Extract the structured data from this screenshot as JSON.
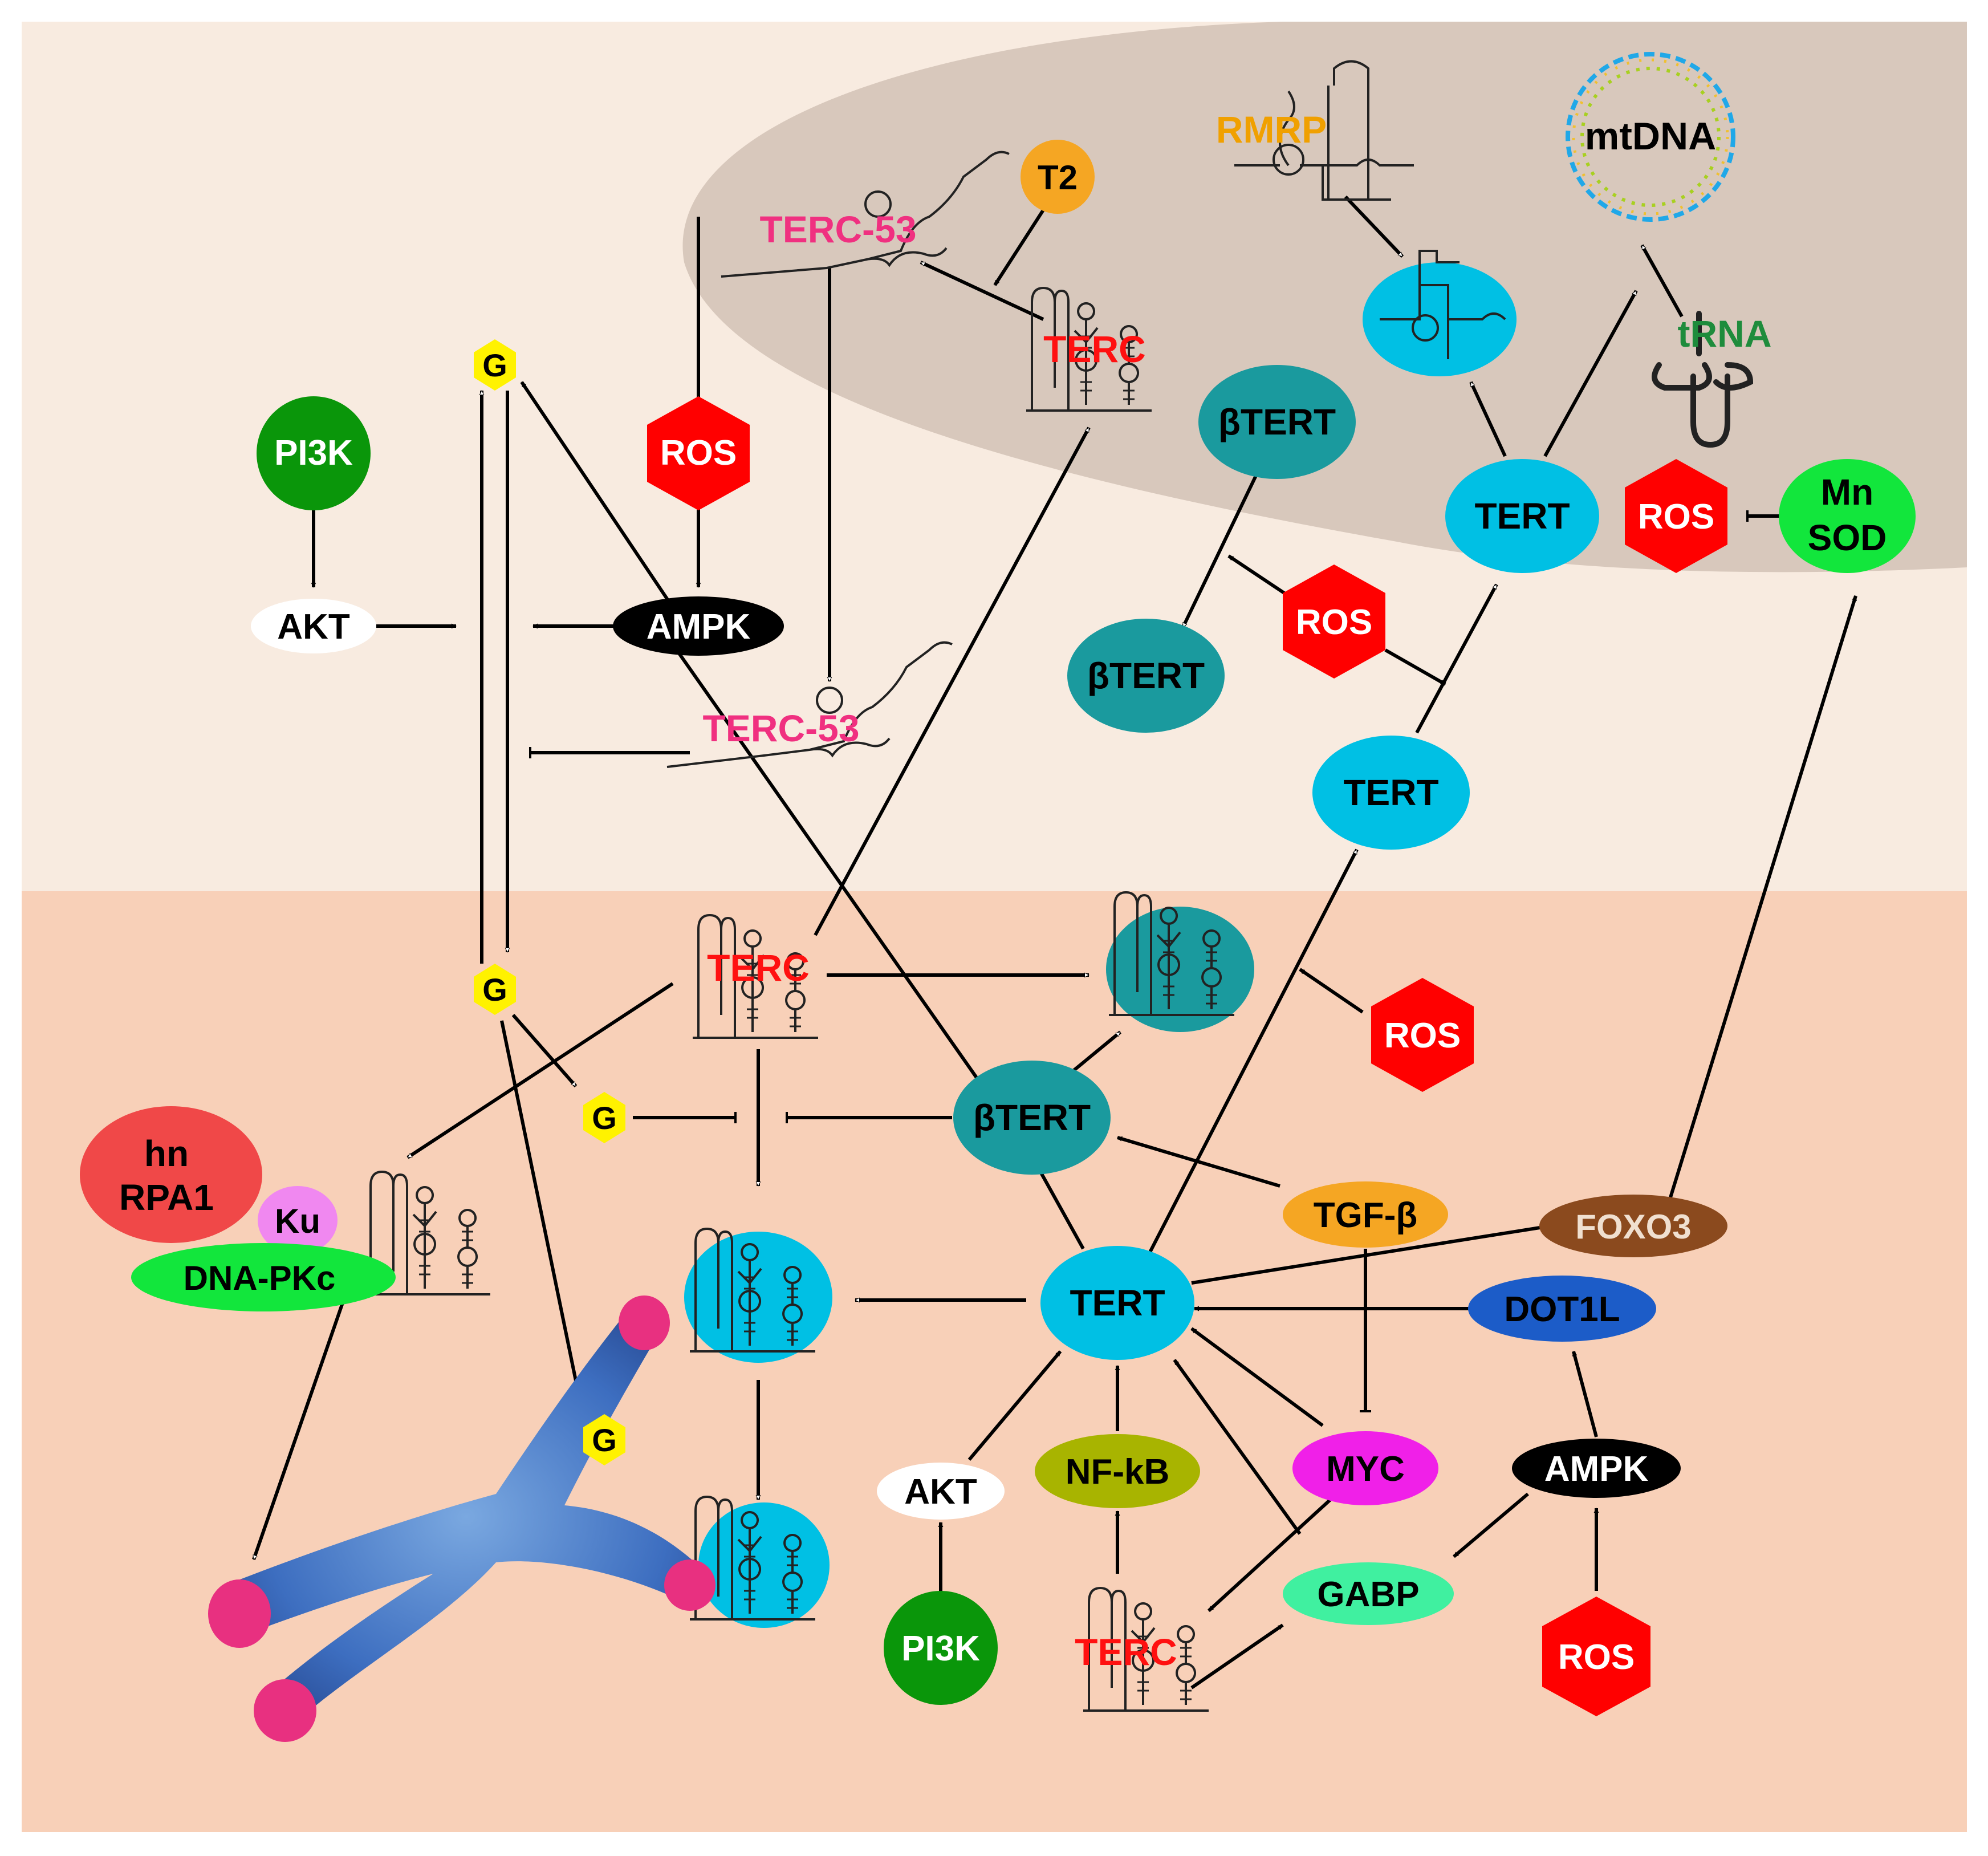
{
  "colors": {
    "cytoplasm_bg": "#F8EBE0",
    "nucleus_bg": "#F8D0B8",
    "mitochondrion": "#D8C8BC",
    "teal": "#1A9A9E",
    "cyan": "#00C0E4",
    "green": "#0A960A",
    "lime_green": "#12E63C",
    "ros_red": "#FF0000",
    "orange": "#F5A623",
    "yellow": "#FFF200",
    "black": "#000000",
    "white": "#FFFFFF",
    "brown": "#8B4A1E",
    "blue": "#1C5CC8",
    "olive": "#A8B400",
    "magenta": "#F020E8",
    "mint": "#40F0A0",
    "salmon": "#F04848",
    "pink": "#F088F0",
    "terc_red": "#FF1010",
    "terc53_pink": "#F03080",
    "rmrp_orange": "#F0A000",
    "trna_green": "#1E8C3C"
  },
  "nodes": {
    "pi3k_top": "PI3K",
    "akt_top": "AKT",
    "ros_top": "ROS",
    "ampk_top": "AMPK",
    "t2": "T2",
    "terc53_mito": "TERC-53",
    "terc53_cyto": "TERC-53",
    "terc_mito": "TERC",
    "rmrp": "RMRP",
    "mtdna": "mtDNA",
    "trna": "tRNA",
    "bterc_mito": "βTERT",
    "tert_mito": "TERT",
    "ros_mito_right": "ROS",
    "mnsod_line1": "Mn",
    "mnsod_line2": "SOD",
    "bterc_cyto": "βTERT",
    "ros_cyto": "ROS",
    "tert_cyto": "TERT",
    "g_top": "G",
    "g_mid": "G",
    "g_lower": "G",
    "g_chrom": "G",
    "terc_nuc": "TERC",
    "ros_nuc": "ROS",
    "bterc_nuc": "βTERT",
    "hnrpa1_line1": "hn",
    "hnrpa1_line2": "RPA1",
    "ku": "Ku",
    "dnapkc": "DNA-PKc",
    "tgfb": "TGF-β",
    "foxo3": "FOXO3",
    "tert_nuc": "TERT",
    "dot1l": "DOT1L",
    "akt_nuc": "AKT",
    "nfkb": "NF-kB",
    "myc": "MYC",
    "ampk_nuc": "AMPK",
    "gabp": "GABP",
    "pi3k_nuc": "PI3K",
    "terc_bottom": "TERC",
    "ros_bottom": "ROS"
  }
}
